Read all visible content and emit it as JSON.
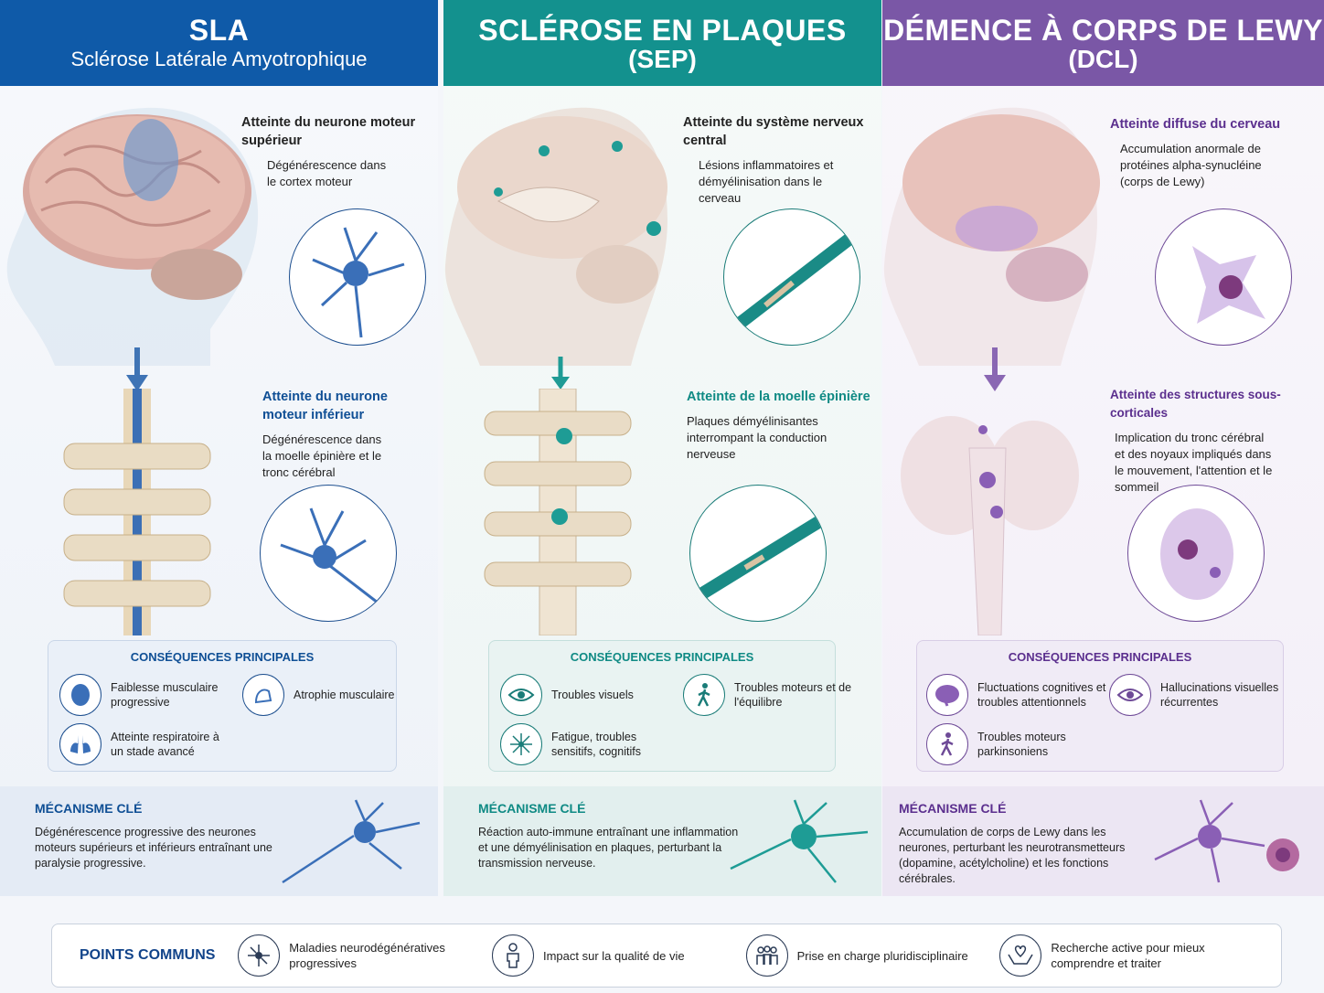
{
  "columns": {
    "sla": {
      "title": "SLA",
      "subtitle": "Sclérose Latérale Amyotrophique",
      "callout1": {
        "title": "Atteinte du neurone moteur supérieur",
        "text": "Dégénérescence dans le cortex moteur"
      },
      "callout2": {
        "title": "Atteinte du neurone moteur inférieur",
        "text": "Dégénérescence dans la moelle épinière et le tronc cérébral"
      },
      "consequences": {
        "title": "CONSÉQUENCES PRINCIPALES",
        "items": [
          {
            "label": "Faiblesse musculaire progressive",
            "icon": "muscle-icon"
          },
          {
            "label": "Atrophie musculaire",
            "icon": "arm-icon"
          },
          {
            "label": "Atteinte respiratoire à un stade avancé",
            "icon": "lungs-icon"
          }
        ]
      },
      "mechanism": {
        "title": "MÉCANISME CLÉ",
        "text": "Dégénérescence progressive des neurones moteurs supérieurs et inférieurs entraînant une paralysie progressive."
      }
    },
    "sep": {
      "title": "SCLÉROSE EN PLAQUES",
      "subtitle": "(SEP)",
      "callout1": {
        "title": "Atteinte du système nerveux central",
        "text": "Lésions inflammatoires et démyélinisation dans le cerveau"
      },
      "callout2": {
        "title": "Atteinte de la moelle épinière",
        "text": "Plaques démyélinisantes interrompant la conduction nerveuse"
      },
      "consequences": {
        "title": "CONSÉQUENCES PRINCIPALES",
        "items": [
          {
            "label": "Troubles visuels",
            "icon": "eye-icon"
          },
          {
            "label": "Troubles moteurs et de l'équilibre",
            "icon": "walking-icon"
          },
          {
            "label": "Fatigue, troubles sensitifs, cognitifs",
            "icon": "nerve-icon"
          }
        ]
      },
      "mechanism": {
        "title": "MÉCANISME CLÉ",
        "text": "Réaction auto-immune entraînant une inflammation et une démyélinisation en plaques, perturbant la transmission nerveuse."
      }
    },
    "dcl": {
      "title": "DÉMENCE À CORPS DE LEWY",
      "subtitle": "(DCL)",
      "callout1": {
        "title": "Atteinte diffuse du cerveau",
        "text": "Accumulation anormale de protéines alpha-synucléine (corps de Lewy)"
      },
      "callout2": {
        "title": "Atteinte des structures sous-corticales",
        "text": "Implication du tronc cérébral et des noyaux impliqués dans le mouvement, l'attention et le sommeil"
      },
      "consequences": {
        "title": "CONSÉQUENCES PRINCIPALES",
        "items": [
          {
            "label": "Fluctuations cognitives et troubles attentionnels",
            "icon": "brain-icon"
          },
          {
            "label": "Hallucinations visuelles récurrentes",
            "icon": "eye-icon"
          },
          {
            "label": "Troubles moteurs parkinsoniens",
            "icon": "walking-icon"
          }
        ]
      },
      "mechanism": {
        "title": "MÉCANISME CLÉ",
        "text": "Accumulation de corps de Lewy dans les neurones, perturbant les neurotransmetteurs (dopamine, acétylcholine) et les fonctions cérébrales."
      }
    }
  },
  "common": {
    "title": "POINTS COMMUNS",
    "items": [
      {
        "label": "Maladies neurodégénératives progressives",
        "icon": "neuron-icon"
      },
      {
        "label": "Impact sur la qualité de vie",
        "icon": "person-icon"
      },
      {
        "label": "Prise en charge pluridisciplinaire",
        "icon": "team-icon"
      },
      {
        "label": "Recherche active pour mieux comprendre et traiter",
        "icon": "heart-hands-icon"
      }
    ]
  },
  "colors": {
    "sla": "#0f5aa8",
    "sep": "#13918e",
    "dcl": "#7a57a6"
  }
}
